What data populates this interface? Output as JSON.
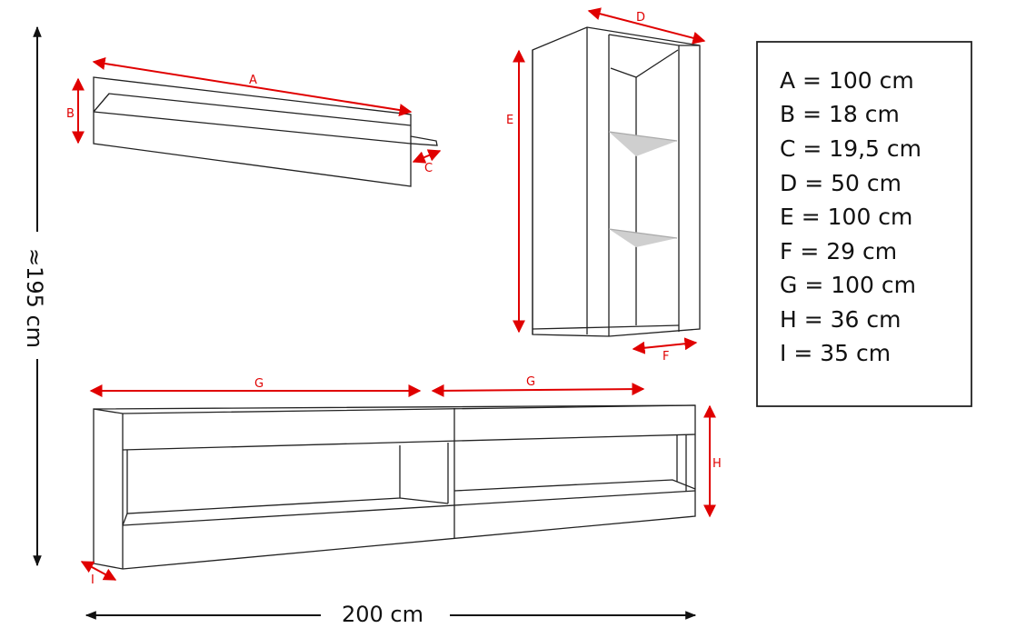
{
  "dimension_labels": {
    "a": "A",
    "b": "B",
    "c": "C",
    "d": "D",
    "e": "E",
    "f": "F",
    "g1": "G",
    "g2": "G",
    "h": "H",
    "i": "I"
  },
  "overall": {
    "height": "≈195 cm",
    "width": "200 cm"
  },
  "legend": [
    "A = 100 cm",
    "B = 18 cm",
    "C = 19,5 cm",
    "D = 50 cm",
    "E = 100 cm",
    "F = 29 cm",
    "G = 100 cm",
    "H = 36 cm",
    "I = 35 cm"
  ],
  "colors": {
    "dimension": "#e00000",
    "outline": "#222222",
    "shelf": "#c8c8c8"
  }
}
